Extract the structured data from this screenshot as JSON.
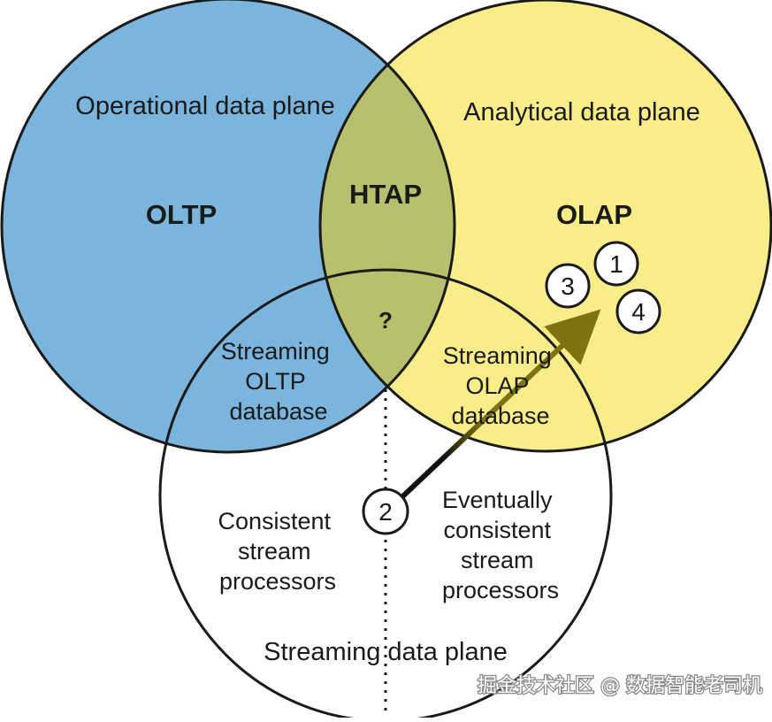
{
  "circles": {
    "operational": {
      "color": "#7bb4dc",
      "label": "Operational data plane",
      "tag": "OLTP"
    },
    "analytical": {
      "color": "#f9ed8a",
      "label": "Analytical data plane",
      "tag": "OLAP"
    },
    "streaming": {
      "color": "#ffffff",
      "label": "Streaming data plane"
    }
  },
  "overlaps": {
    "htap": {
      "color": "#b7c06c",
      "label": "HTAP"
    },
    "center": {
      "label": "?"
    },
    "streaming_oltp": [
      "Streaming",
      "OLTP",
      "database"
    ],
    "streaming_olap": [
      "Streaming",
      "OLAP",
      "database"
    ]
  },
  "streaming_sections": {
    "consistent": [
      "Consistent",
      "stream",
      "processors"
    ],
    "eventual": [
      "Eventually",
      "consistent",
      "stream",
      "processors"
    ]
  },
  "markers": [
    "1",
    "2",
    "3",
    "4"
  ],
  "arrow": {
    "color": "#7d7410",
    "from_marker": "2"
  },
  "watermark": "掘金技术社区 @ 数据智能老司机"
}
